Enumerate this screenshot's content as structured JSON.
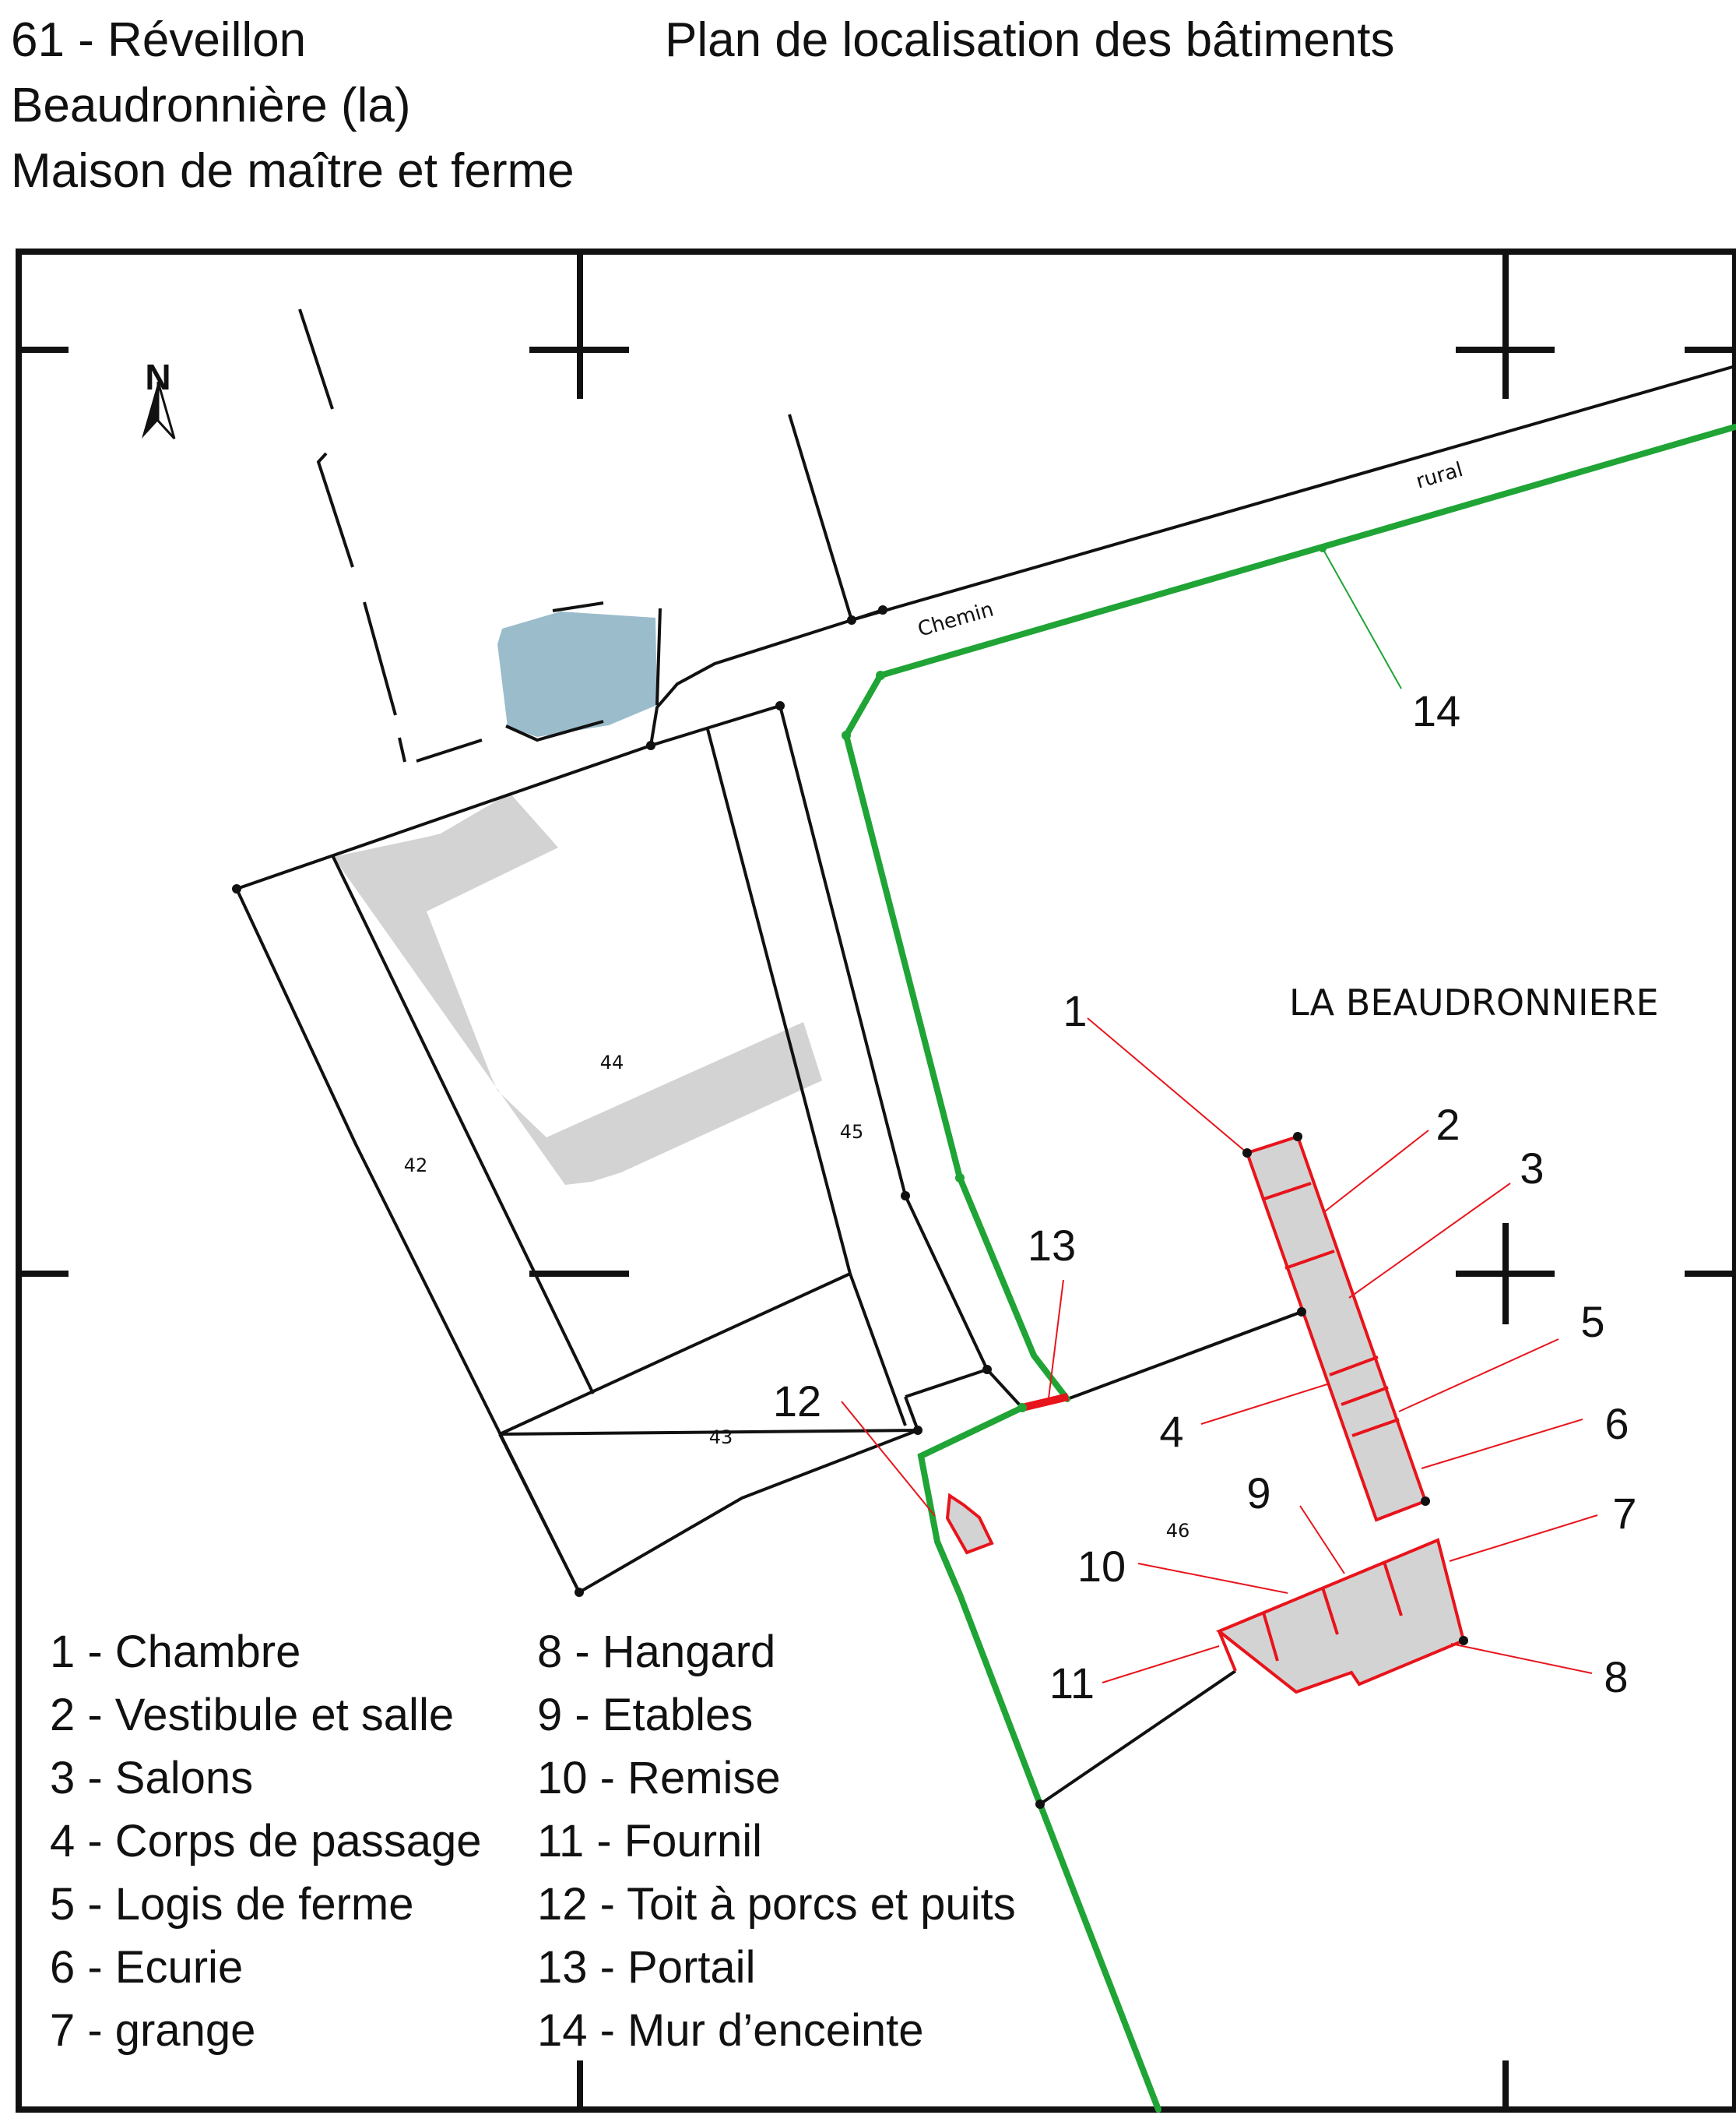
{
  "header": {
    "line1": "61 - Réveillon",
    "line2": "Beaudronnière (la)",
    "line3": "Maison de maître et ferme",
    "title": "Plan de localisation des bâtiments"
  },
  "map": {
    "place_name": "LA BEAUDRONNIERE",
    "north": "N",
    "road_word1": "Chemin",
    "road_word2": "rural",
    "parcels": {
      "p42": "42",
      "p43": "43",
      "p44": "44",
      "p45": "45",
      "p46": "46"
    },
    "callouts": [
      "1",
      "2",
      "3",
      "4",
      "5",
      "6",
      "7",
      "8",
      "9",
      "10",
      "11",
      "12",
      "13",
      "14"
    ],
    "colors": {
      "building_fill": "#d3d3d3",
      "building_outline": "#e8141b",
      "wall": "#1fa435",
      "pond": "#9bbccb",
      "line": "#111111"
    }
  },
  "legend": {
    "left": [
      "1 - Chambre",
      "2 - Vestibule et salle",
      "3 - Salons",
      "4 - Corps de passage",
      "5 - Logis de ferme",
      "6 - Ecurie",
      "7 - grange"
    ],
    "right": [
      "8 - Hangard",
      "9 - Etables",
      "10 - Remise",
      "11 - Fournil",
      "12 - Toit à porcs et puits",
      "13 - Portail",
      "14 - Mur d’enceinte"
    ]
  }
}
